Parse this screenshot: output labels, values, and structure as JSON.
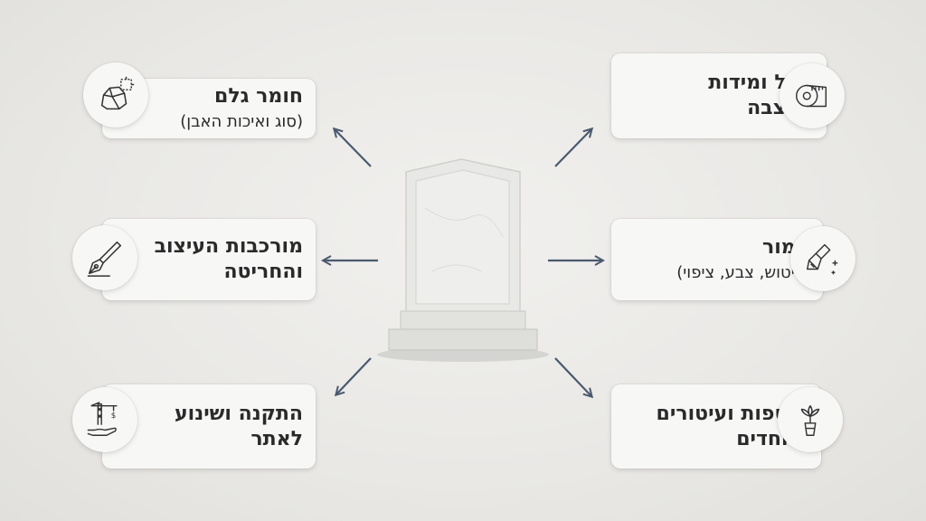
{
  "diagram": {
    "left": [
      {
        "title": "חומר גלם",
        "subtitle": "(סוג ואיכות האבן)",
        "icon": "stone-icon"
      },
      {
        "title": "מורכבות העיצוב והחריטה",
        "subtitle": "",
        "icon": "pen-nib-icon"
      },
      {
        "title": "התקנה ושינוע לאתר",
        "subtitle": "",
        "icon": "crane-hand-icon"
      }
    ],
    "right": [
      {
        "title": "גודל ומידות המצבה",
        "subtitle": "",
        "icon": "measuring-tape-icon"
      },
      {
        "title": "גימור",
        "subtitle": "(ליטוש, צבע, ציפוי)",
        "icon": "polish-brush-icon"
      },
      {
        "title": "תוספות ועיטורים מיוחדים",
        "subtitle": "",
        "icon": "vase-flowers-icon"
      }
    ],
    "center_icon": "tombstone-icon",
    "colors": {
      "arrow": "#4a5a6e",
      "card": "#f7f7f6",
      "stone": "#e4e4e2",
      "text": "#2a2a2a"
    }
  }
}
